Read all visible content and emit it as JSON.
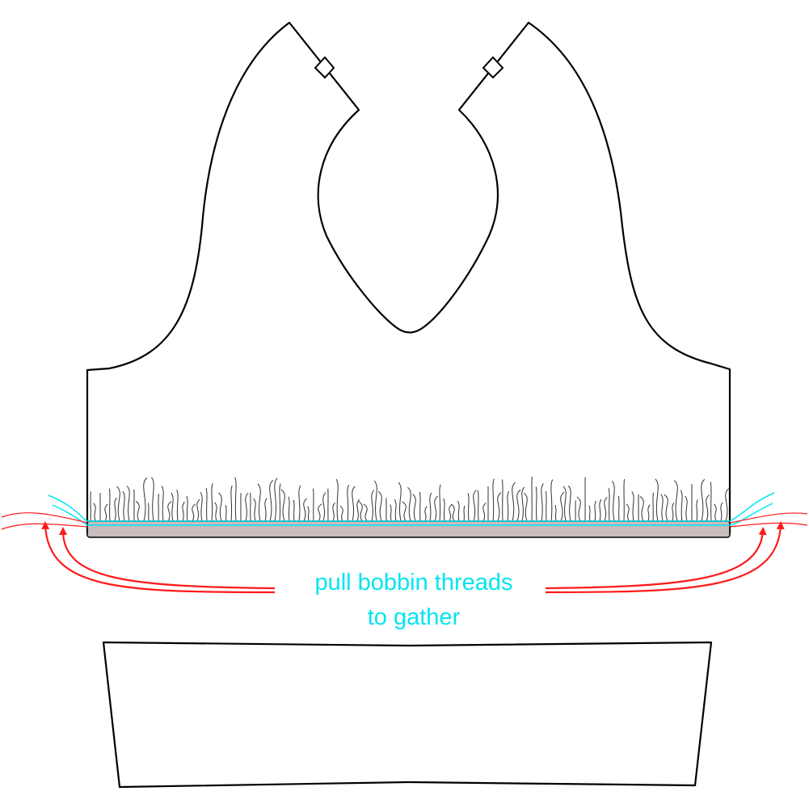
{
  "annotation": {
    "line1": "pull bobbin threads",
    "line2": "to gather"
  },
  "colors": {
    "outline": "#000000",
    "annotation_text": "#00e5f0",
    "thread": "#00e5f0",
    "arrow": "#ff1a1a",
    "gather_fill": "#c8bcbc"
  },
  "icons": [
    "notch-marker-left",
    "notch-marker-right"
  ]
}
